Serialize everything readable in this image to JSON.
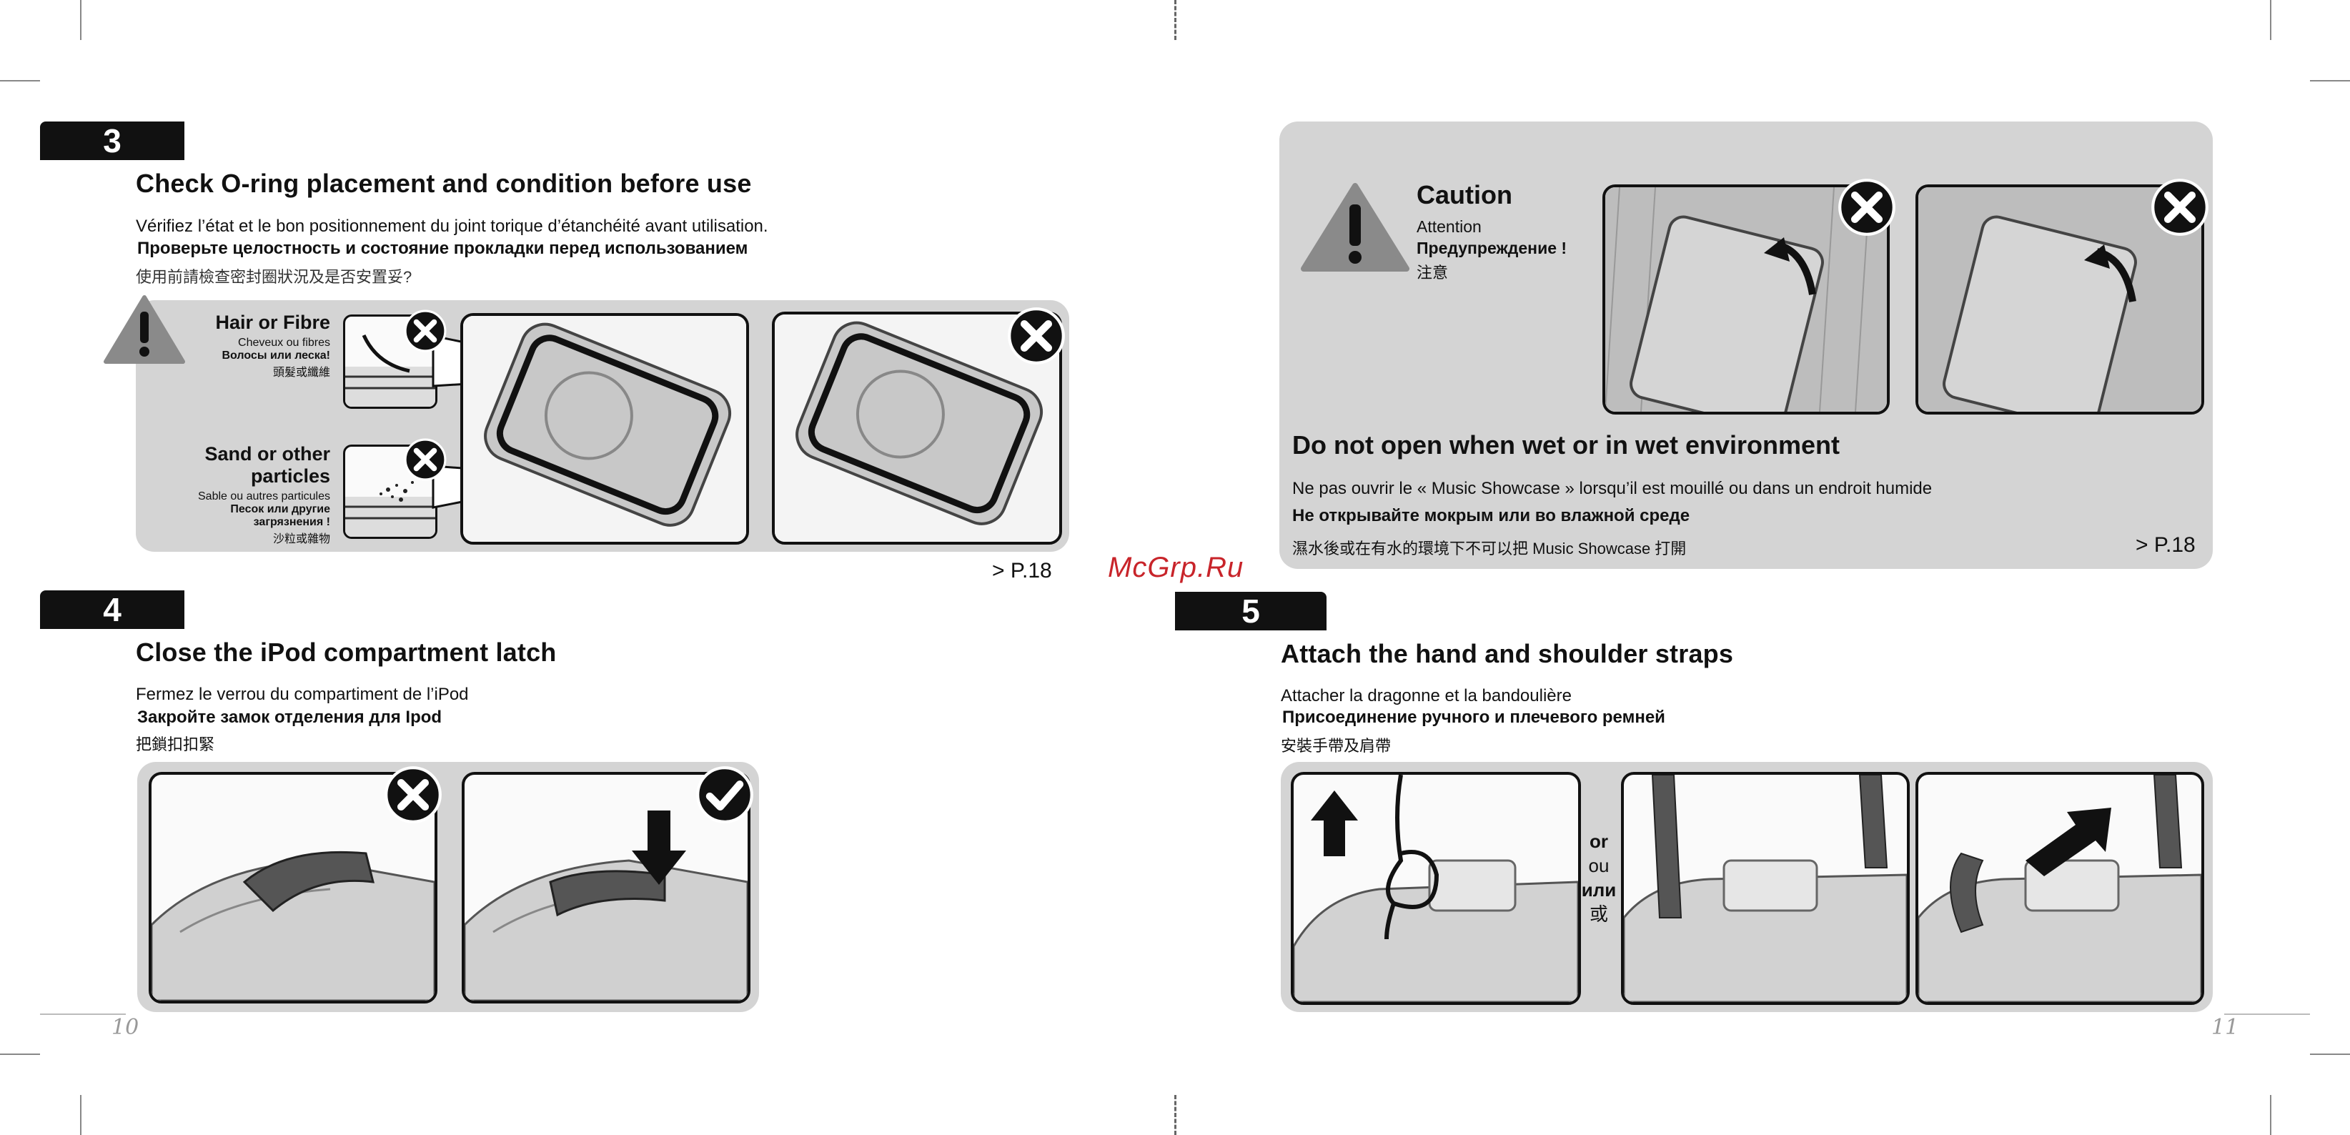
{
  "step3": {
    "number": "3",
    "title": "Check O-ring placement and condition before use",
    "fr": "Vérifiez l’état et le bon positionnement du joint torique d’étanchéité avant utilisation.",
    "ru": "Проверьте целостность  и состояние прокладки перед использованием",
    "zh": "使用前請檢查密封圈狀況及是否安置妥?",
    "hair": {
      "en": "Hair or Fibre",
      "fr": "Cheveux ou fibres",
      "ru": "Волосы или леска!",
      "zh": "頭髮或纖維"
    },
    "sand": {
      "en": "Sand or other particles",
      "fr": "Sable ou autres particules",
      "ru1": "Песок или другие",
      "ru2": "загрязнения !",
      "zh": "沙粒或雜物"
    },
    "pageref": "> P.18"
  },
  "step4": {
    "number": "4",
    "title": "Close the iPod compartment latch",
    "fr": "Fermez le verrou du compartiment de l’iPod",
    "ru": "Закройте замок отделения для Ipod",
    "zh": "把鎖扣扣緊"
  },
  "caution": {
    "title": "Caution",
    "fr": "Attention",
    "ru": "Предупреждение !",
    "zh": "注意",
    "heading": "Do not open when wet or in wet environment",
    "line_fr": "Ne pas ouvrir le « Music Showcase » lorsqu’il est mouillé ou dans un endroit humide",
    "line_ru": "Не открывайте мокрым или во влажной среде",
    "line_zh": "濕水後或在有水的環境下不可以把 Music Showcase 打開",
    "pageref": "> P.18"
  },
  "step5": {
    "number": "5",
    "title": "Attach the hand and shoulder straps",
    "fr": "Attacher la dragonne et la bandoulière",
    "ru": "Присоединение ручного и плечевого ремней",
    "zh": "安裝手帶及肩帶",
    "or_en": "or",
    "or_fr": "ou",
    "or_ru": "или",
    "or_zh": "或"
  },
  "watermark": "McGrp.Ru",
  "page_left": "10",
  "page_right": "11",
  "icons": [
    "warning-triangle-icon",
    "cross-circle-icon",
    "check-circle-icon",
    "arrow-up-icon",
    "arrow-down-icon"
  ]
}
